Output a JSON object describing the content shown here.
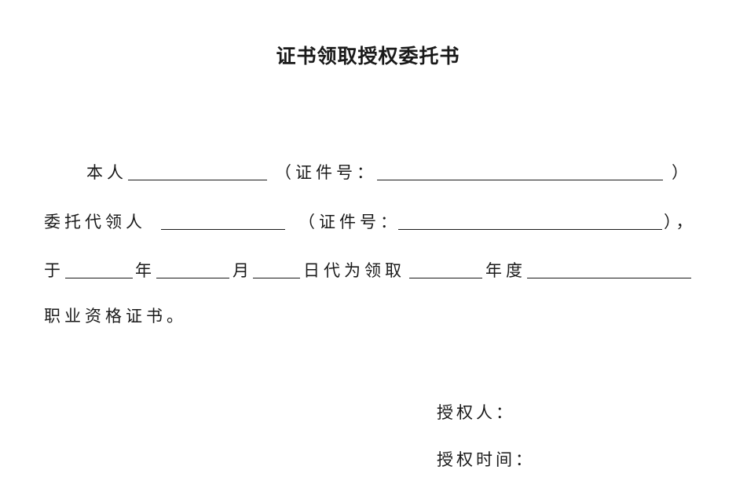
{
  "document": {
    "title": "证书领取授权委托书",
    "line1": {
      "principal_label": "本人",
      "id_open": "（证件号：",
      "id_close": "）"
    },
    "line2": {
      "agent_label": "委托代领人",
      "id_open": "（证件号：",
      "id_close": "），"
    },
    "line3": {
      "prefix": "于",
      "year": "年",
      "month": "月",
      "day_action": "日代为领取",
      "year_degree": "年度"
    },
    "line4": {
      "text": "职业资格证书。"
    },
    "signature": {
      "authorizer": "授权人：",
      "auth_time": "授权时间："
    }
  }
}
